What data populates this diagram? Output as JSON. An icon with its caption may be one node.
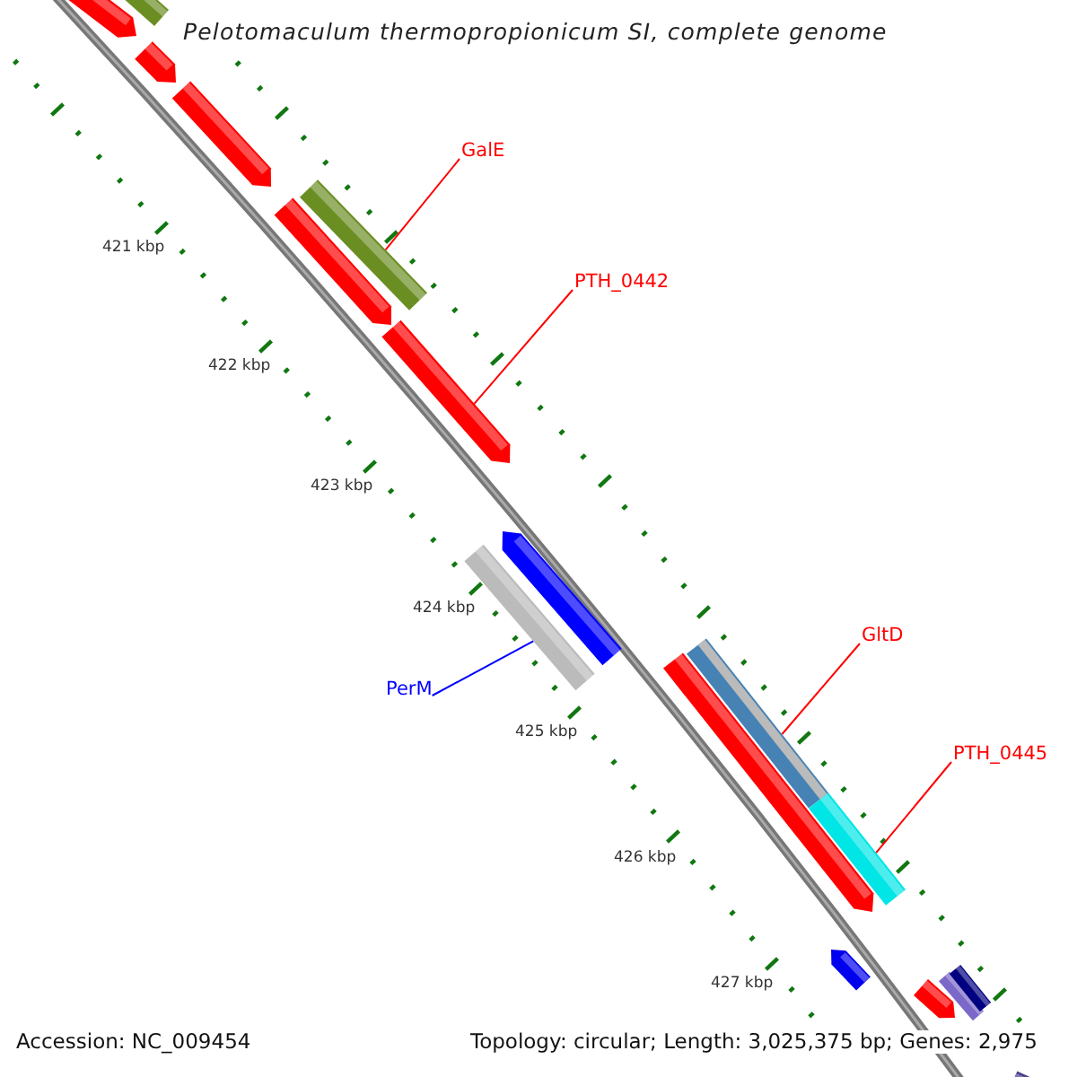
{
  "diagram": {
    "title": "Pelotomaculum thermopropionicum SI, complete genome",
    "nodes": [
      {
        "text": [
          "GalE"
        ]
      },
      {
        "text": [],
        "shape": "bar"
      },
      {
        "text": [
          "PTH_0442"
        ]
      },
      {
        "text": [],
        "shape": "bar"
      },
      {
        "text": [
          "PerM"
        ]
      },
      {
        "text": [],
        "shape": "bar"
      },
      {
        "text": [
          "GltD"
        ]
      },
      {
        "text": [],
        "shape": "bar"
      },
      {
        "text": [
          "PTH_0445"
        ]
      },
      {
        "text": [],
        "shape": "bar"
      }
    ],
    "edges": [
      {
        "from": 0,
        "to": 1,
        "arrow": "none"
      },
      {
        "from": 2,
        "to": 3,
        "arrow": "none"
      },
      {
        "from": 4,
        "to": 5,
        "arrow": "none",
        "color": "#0000ff"
      },
      {
        "from": 6,
        "to": 7,
        "arrow": "none"
      },
      {
        "from": 8,
        "to": 9,
        "arrow": "none"
      }
    ],
    "labels": [
      "421 kbp",
      "422 kbp",
      "423 kbp",
      "424 kbp",
      "425 kbp",
      "426 kbp",
      "427 kbp",
      "Accession: NC_009454",
      "Topology: circular; Length: 3,025,375 bp; Genes: 2,975"
    ]
  }
}
